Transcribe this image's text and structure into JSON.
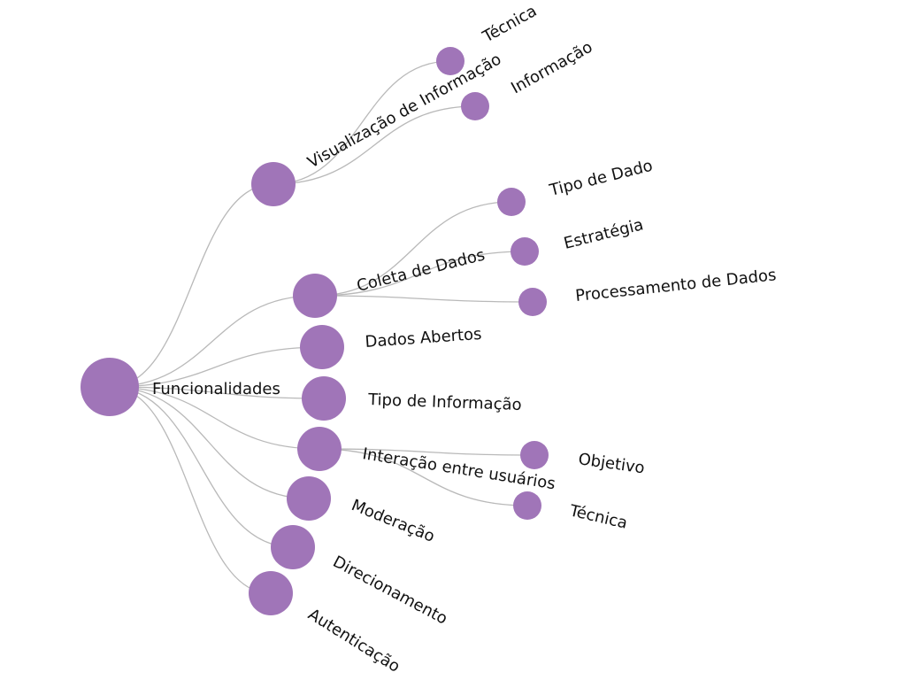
{
  "colors": {
    "node_fill": "#a075b8",
    "edge": "#b9b9b9",
    "label": "#111111"
  },
  "tree": {
    "root": "Funcionalidades",
    "children": {
      "visualizacao": {
        "label": "Visualização de Informação",
        "children": {
          "tecnica": "Técnica",
          "informacao": "Informação"
        }
      },
      "coleta": {
        "label": "Coleta de Dados",
        "children": {
          "tipo_dado": "Tipo de Dado",
          "estrategia": "Estratégia",
          "processamento": "Processamento de Dados"
        }
      },
      "dados_abertos": {
        "label": "Dados Abertos"
      },
      "tipo_informacao": {
        "label": "Tipo de Informação"
      },
      "interacao": {
        "label": "Interação entre usuários",
        "children": {
          "objetivo": "Objetivo",
          "tecnica": "Técnica"
        }
      },
      "moderacao": {
        "label": "Moderação"
      },
      "direcionamento": {
        "label": "Direcionamento"
      },
      "autenticacao": {
        "label": "Autenticação"
      }
    }
  }
}
